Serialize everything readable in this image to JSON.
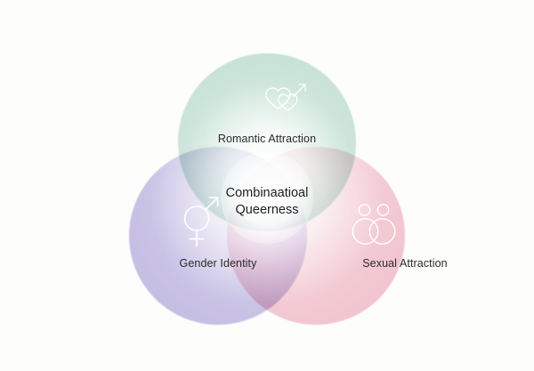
{
  "diagram": {
    "type": "venn-3-circle",
    "title_center_line1": "Combinaatioal",
    "title_center_line2": "Queerness",
    "background_color": "#fdfdfc",
    "text_color": "#2a2a2a",
    "circles": [
      {
        "id": "romantic-attraction",
        "label": "Romantic Attraction",
        "color": "#c9e3d7",
        "position": "top",
        "icon": "two-hearts-arrow-icon"
      },
      {
        "id": "gender-identity",
        "label": "Gender Identity",
        "color": "#c6bfe4",
        "position": "bottom-left",
        "icon": "transgender-symbol-icon"
      },
      {
        "id": "sexual-attraction",
        "label": "Sexual Attraction",
        "color": "#f2c6d0",
        "position": "bottom-right",
        "icon": "two-people-interlocking-icon"
      }
    ]
  }
}
